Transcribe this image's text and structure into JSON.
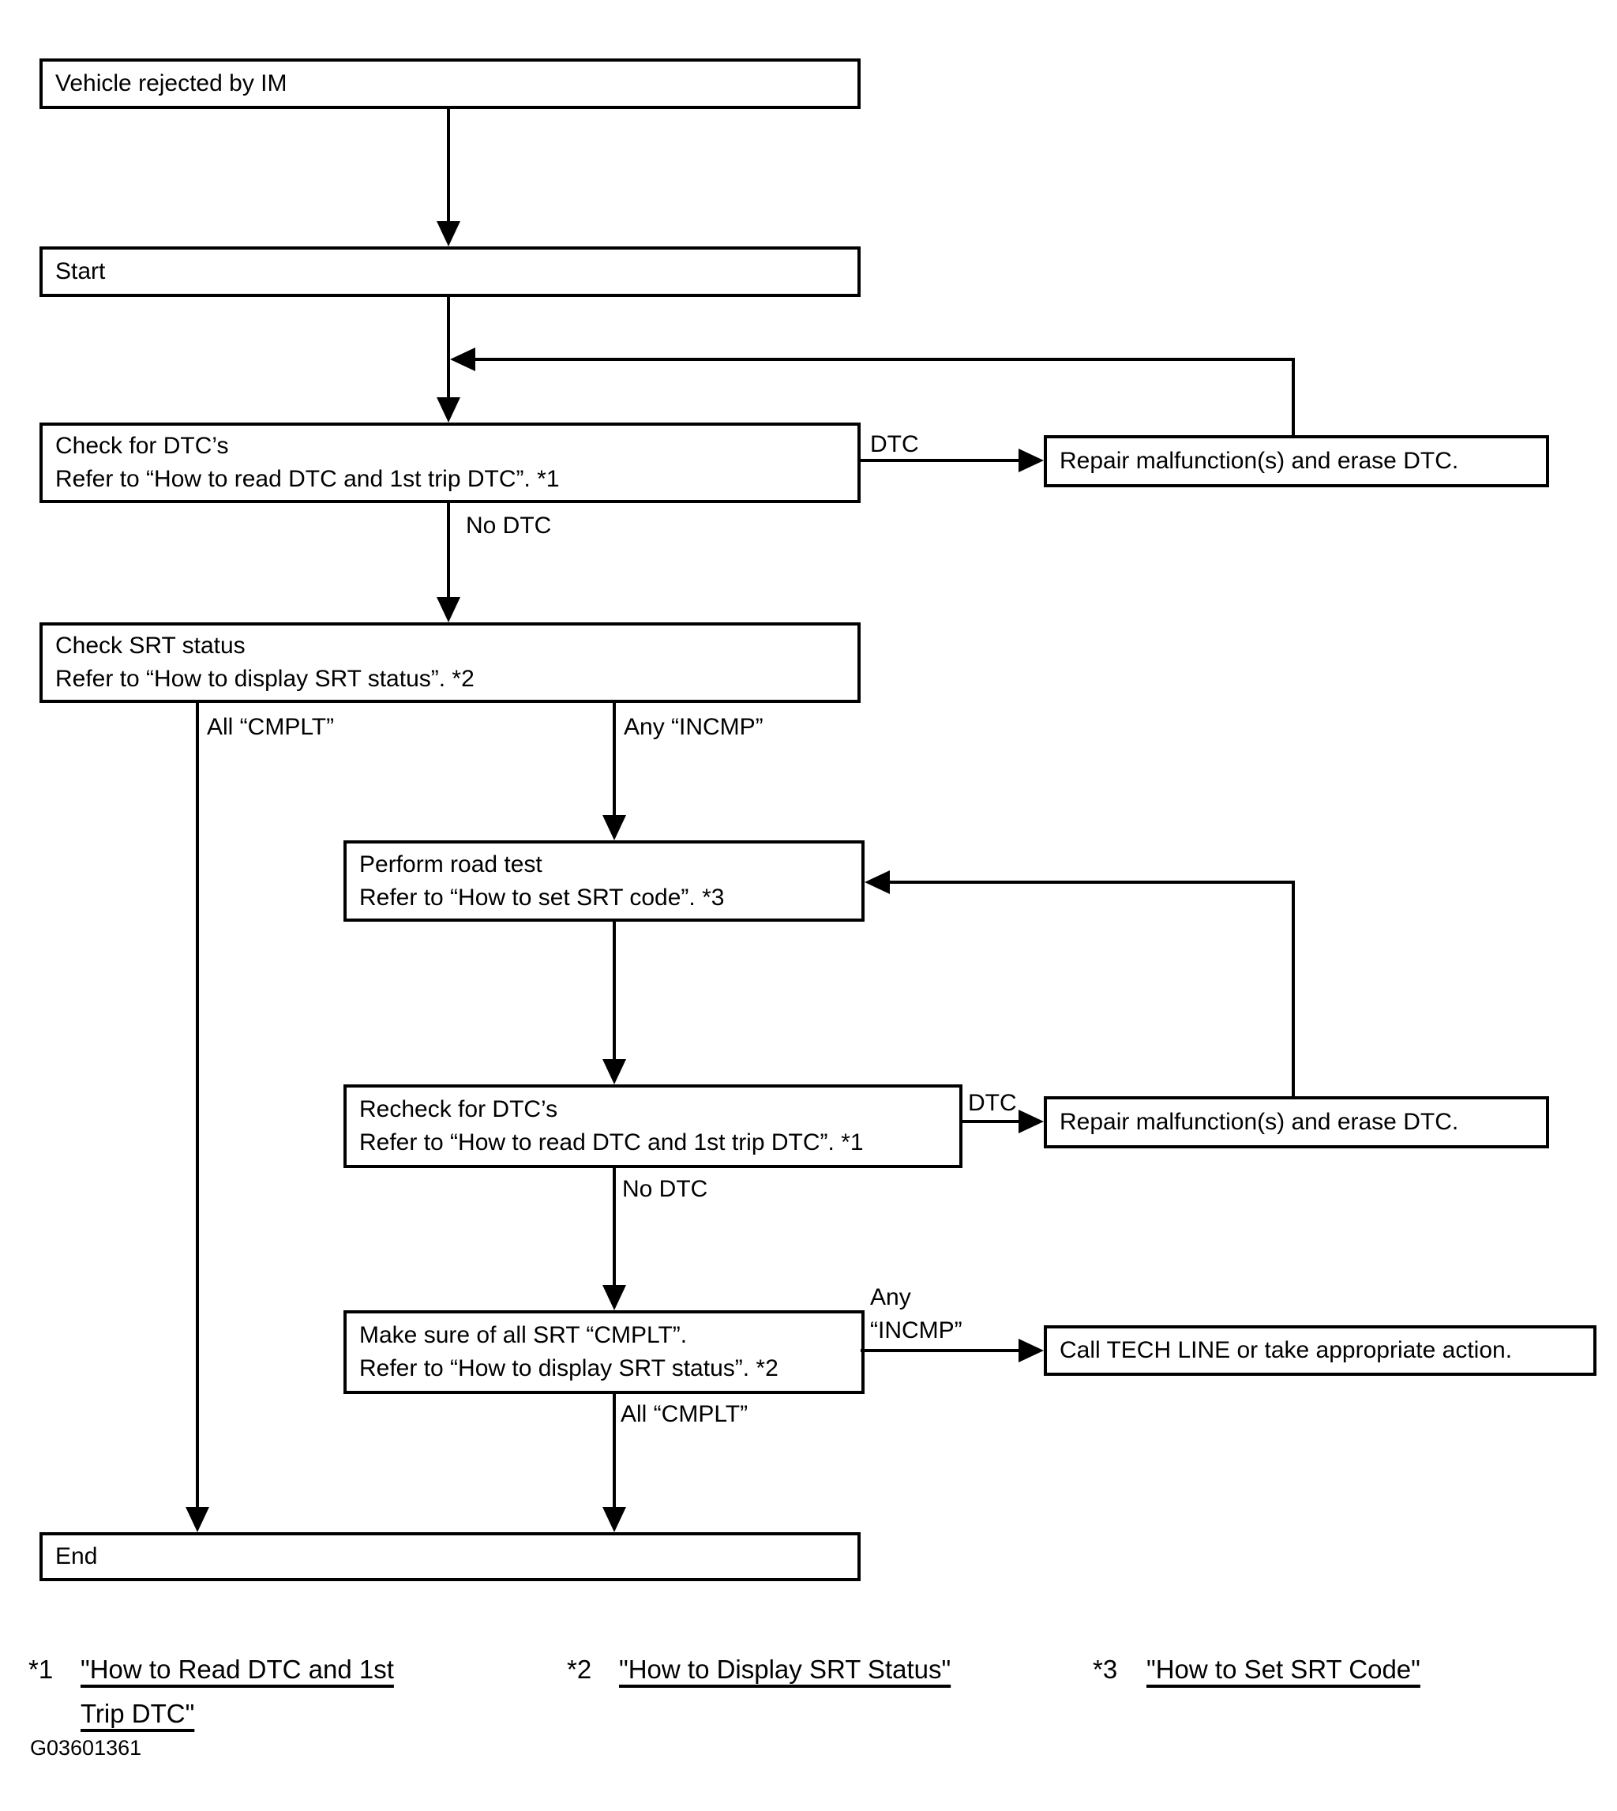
{
  "nodes": {
    "vehicle_rejected": {
      "lines": [
        "Vehicle rejected by IM"
      ]
    },
    "start": {
      "lines": [
        "Start"
      ]
    },
    "check_dtc": {
      "lines": [
        "Check for DTC’s",
        "Refer to “How to read DTC and 1st trip DTC”. *1"
      ]
    },
    "repair_1": {
      "lines": [
        "Repair malfunction(s) and erase DTC."
      ]
    },
    "check_srt": {
      "lines": [
        "Check SRT status",
        "Refer to “How to display SRT status”. *2"
      ]
    },
    "road_test": {
      "lines": [
        "Perform road test",
        "Refer to “How to set SRT code”. *3"
      ]
    },
    "recheck_dtc": {
      "lines": [
        "Recheck for DTC’s",
        "Refer to “How to read DTC and 1st trip DTC”. *1"
      ]
    },
    "repair_2": {
      "lines": [
        "Repair malfunction(s) and erase DTC."
      ]
    },
    "make_sure_srt": {
      "lines": [
        "Make sure of all SRT “CMPLT”.",
        "Refer to “How to display SRT status”. *2"
      ]
    },
    "call_tech_line": {
      "lines": [
        "Call TECH LINE or take appropriate action."
      ]
    },
    "end": {
      "lines": [
        "End"
      ]
    }
  },
  "edge_labels": {
    "dtc_1": "DTC",
    "no_dtc_1": "No DTC",
    "all_cmplt_1": "All “CMPLT”",
    "any_incmp_1": "Any “INCMP”",
    "dtc_2": "DTC",
    "no_dtc_2": "No DTC",
    "any_incmp_2_line1": "Any",
    "any_incmp_2_line2": "“INCMP”",
    "all_cmplt_2": "All “CMPLT”"
  },
  "footnotes": [
    {
      "marker": "*1",
      "link": "\"How to Read DTC and 1st Trip DTC\""
    },
    {
      "marker": "*2",
      "link": "\"How to Display SRT Status\""
    },
    {
      "marker": "*3",
      "link": "\"How to Set SRT Code\""
    }
  ],
  "figure_id": "G03601361",
  "colors": {
    "line": "#000000",
    "background": "#ffffff"
  }
}
